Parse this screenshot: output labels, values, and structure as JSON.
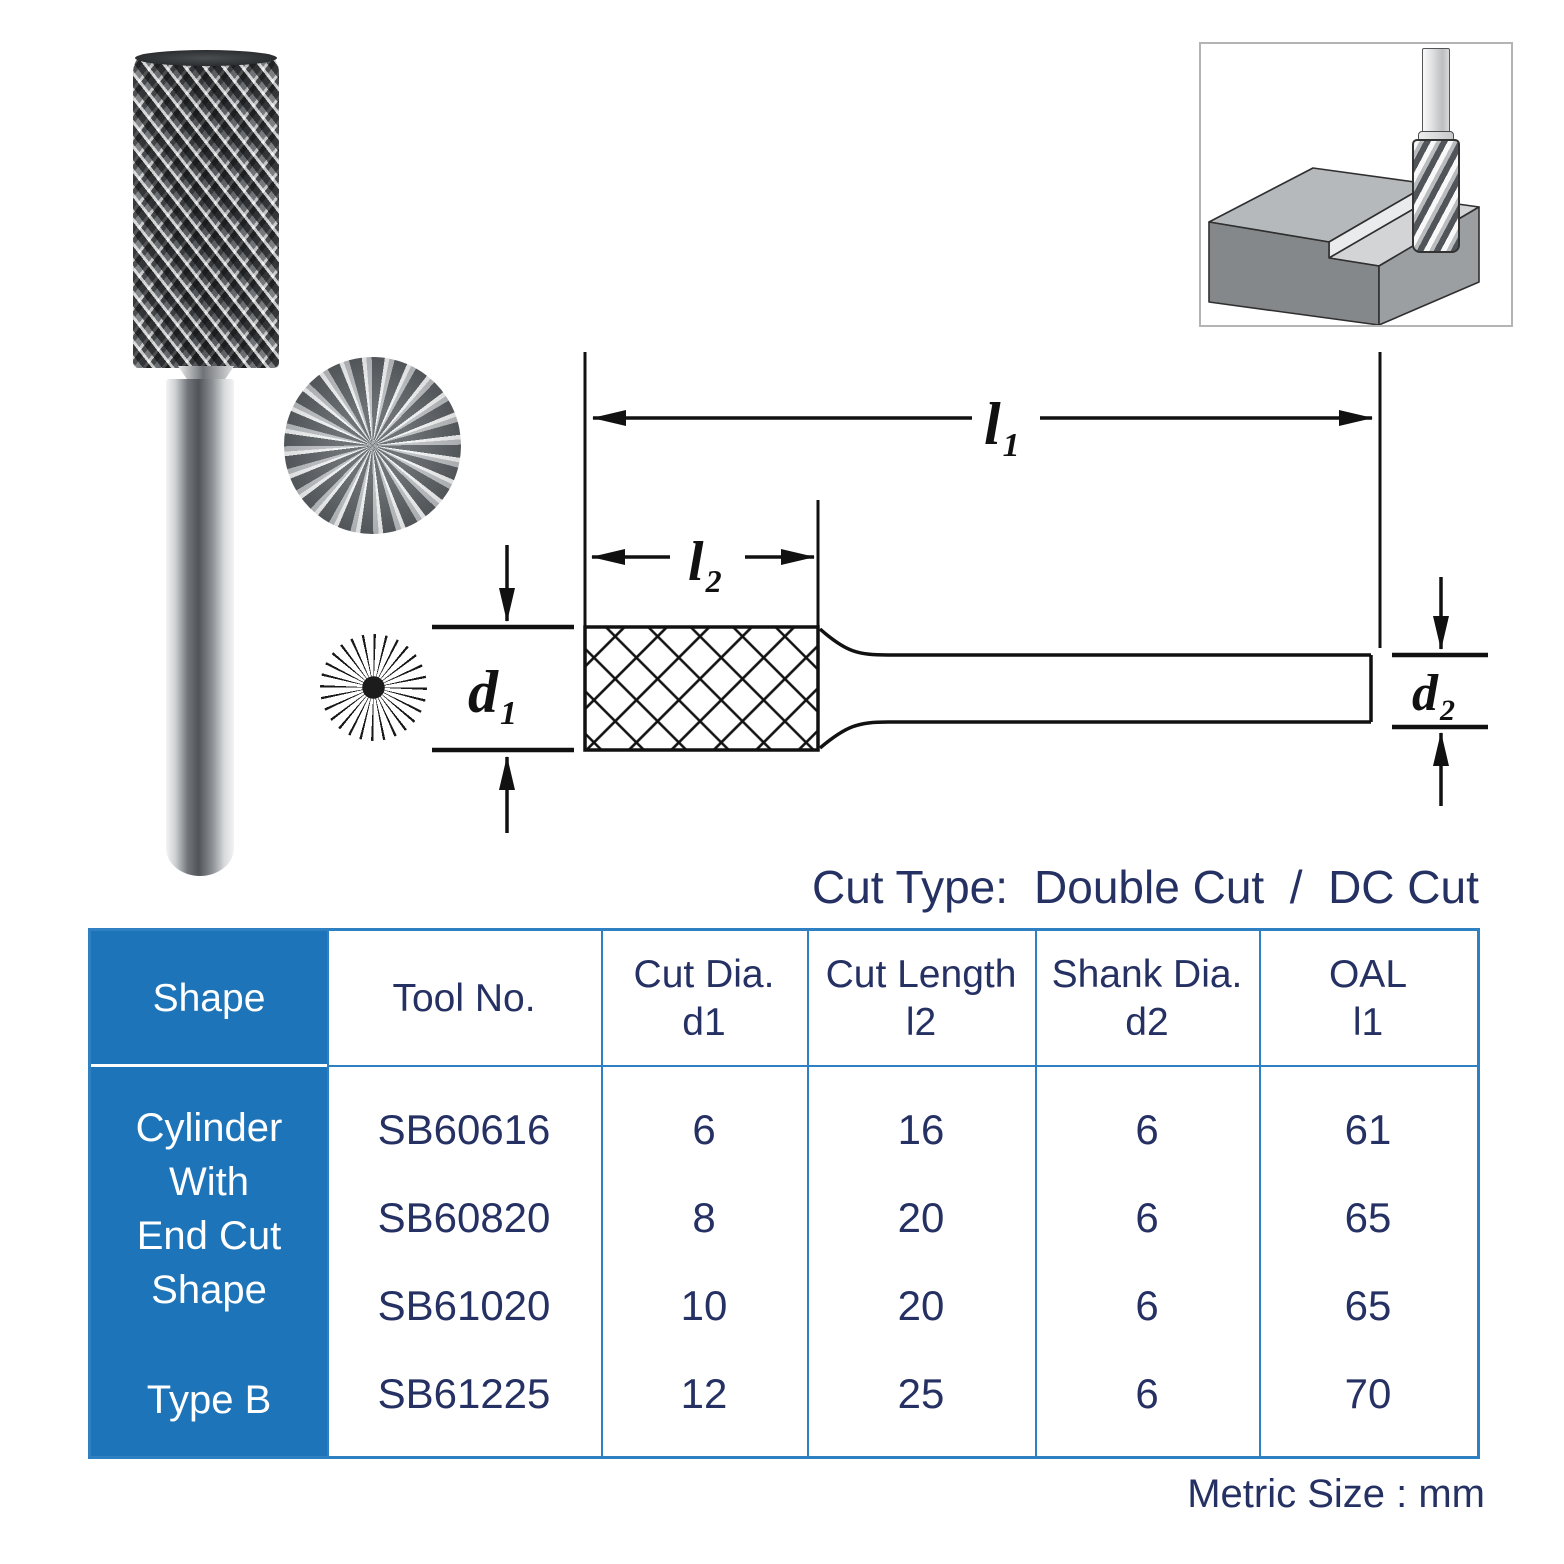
{
  "product": {
    "cut_type_label": "Cut Type:",
    "cut_type_value": "Double Cut  /  DC Cut",
    "metric_note": "Metric Size : mm"
  },
  "diagram": {
    "labels": {
      "l1": {
        "main": "l",
        "sub": "1"
      },
      "l2": {
        "main": "l",
        "sub": "2"
      },
      "d1": {
        "main": "d",
        "sub": "1"
      },
      "d2": {
        "main": "d",
        "sub": "2"
      }
    }
  },
  "table": {
    "headers": [
      {
        "label": "Shape",
        "sub": ""
      },
      {
        "label": "Tool No.",
        "sub": ""
      },
      {
        "label": "Cut Dia.",
        "sub": "d1"
      },
      {
        "label": "Cut Length",
        "sub": "l2"
      },
      {
        "label": "Shank Dia.",
        "sub": "d2"
      },
      {
        "label": "OAL",
        "sub": "l1"
      }
    ],
    "shape_column": {
      "lines": [
        "Cylinder",
        "With",
        "End Cut",
        "Shape"
      ],
      "type": "Type B"
    },
    "rows": [
      {
        "tool_no": "SB60616",
        "cut_dia": "6",
        "cut_length": "16",
        "shank_dia": "6",
        "oal": "61"
      },
      {
        "tool_no": "SB60820",
        "cut_dia": "8",
        "cut_length": "20",
        "shank_dia": "6",
        "oal": "65"
      },
      {
        "tool_no": "SB61020",
        "cut_dia": "10",
        "cut_length": "20",
        "shank_dia": "6",
        "oal": "65"
      },
      {
        "tool_no": "SB61225",
        "cut_dia": "12",
        "cut_length": "25",
        "shank_dia": "6",
        "oal": "70"
      }
    ]
  },
  "colors": {
    "accent_blue": "#1e74b8",
    "table_border": "#2e80c2",
    "text_navy": "#263163",
    "diagram_ink": "#111111"
  }
}
